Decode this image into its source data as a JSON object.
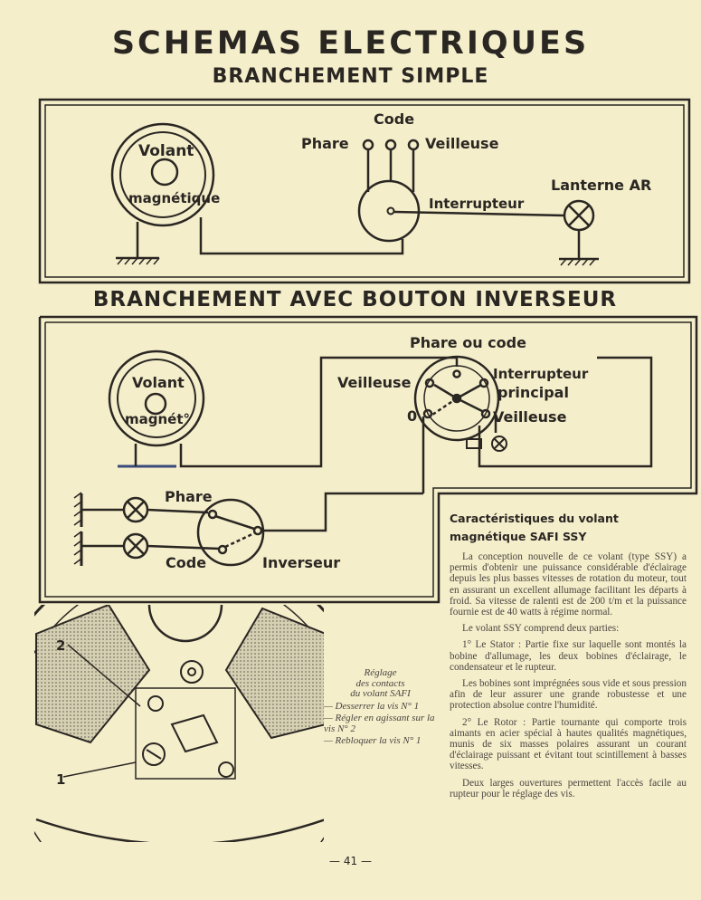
{
  "title": "SCHEMAS ELECTRIQUES",
  "section1": {
    "heading": "BRANCHEMENT SIMPLE",
    "labels": {
      "volant_1": "Volant",
      "volant_2": "magnétique",
      "code": "Code",
      "phare": "Phare",
      "veilleuse": "Veilleuse",
      "interrupteur": "Interrupteur",
      "lanterne": "Lanterne AR"
    }
  },
  "section2": {
    "heading": "BRANCHEMENT AVEC BOUTON INVERSEUR",
    "labels": {
      "phare_ou_code": "Phare ou code",
      "volant_1": "Volant",
      "volant_2": "magnét°",
      "veilleuse_left": "Veilleuse",
      "zero": "0",
      "interrupteur_1": "Interrupteur",
      "interrupteur_2": "principal",
      "veilleuse_right": "Veilleuse",
      "phare": "Phare",
      "code": "Code",
      "inverseur": "Inverseur"
    }
  },
  "characteristics": {
    "heading_1": "Caractéristiques du volant",
    "heading_2": "magnétique SAFI SSY",
    "paragraphs": [
      "La conception nouvelle de ce volant (type SSY) a permis d'obtenir une puissance considérable d'éclairage depuis les plus basses vitesses de rotation du moteur, tout en assurant un excellent allumage facilitant les départs à froid. Sa vitesse de ralenti est de 200 t/m et la puissance fournie est de 40 watts à régime normal.",
      "Le volant SSY comprend deux parties:",
      "1° Le Stator : Partie fixe sur laquelle sont montés la bobine d'allumage, les deux bobines d'éclairage, le condensateur et le rupteur.",
      "Les bobines sont imprégnées sous vide et sous pression afin de leur assurer une grande robustesse et une protection absolue contre l'humidité.",
      "2° Le Rotor : Partie tournante qui comporte trois aimants en acier spécial à hautes qualités magnétiques, munis de six masses polaires assurant un courant d'éclairage puissant et évitant tout scintillement à basses vitesses.",
      "Deux larges ouvertures permettent l'accès facile au rupteur pour le réglage des vis."
    ]
  },
  "caption": {
    "title_1": "Réglage",
    "title_2": "des contacts",
    "title_3": "du volant SAFI",
    "steps": [
      "— Desserrer la vis N° 1",
      "— Régler en agissant sur la vis N° 2",
      "— Rebloquer la vis N° 1"
    ],
    "marker_1": "1",
    "marker_2": "2"
  },
  "page_number": "— 41 —"
}
